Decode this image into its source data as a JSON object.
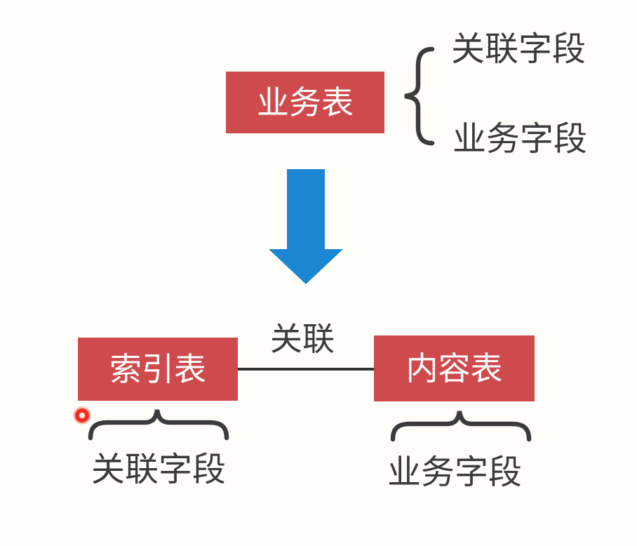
{
  "colors": {
    "background": "#fffefa",
    "box_red": "#cf4a4c",
    "box_text": "#ffffff",
    "text_dark": "#3b3b3d",
    "arrow_blue": "#1b87d3",
    "line_dark": "#333333",
    "laser_red": "#f5281c"
  },
  "diagram": {
    "business_table": {
      "label": "业务表"
    },
    "business_fields": [
      {
        "label": "关联字段"
      },
      {
        "label": "业务字段"
      }
    ],
    "arrow": {
      "direction": "down"
    },
    "relation": {
      "label": "关联"
    },
    "index_table": {
      "label": "索引表",
      "field_label": "关联字段"
    },
    "content_table": {
      "label": "内容表",
      "field_label": "业务字段"
    }
  },
  "icons": {
    "down_arrow": "down-arrow",
    "vertical_brace": "curly-brace",
    "horizontal_brace": "curly-brace-horizontal",
    "laser_dot": "laser-pointer-dot"
  }
}
